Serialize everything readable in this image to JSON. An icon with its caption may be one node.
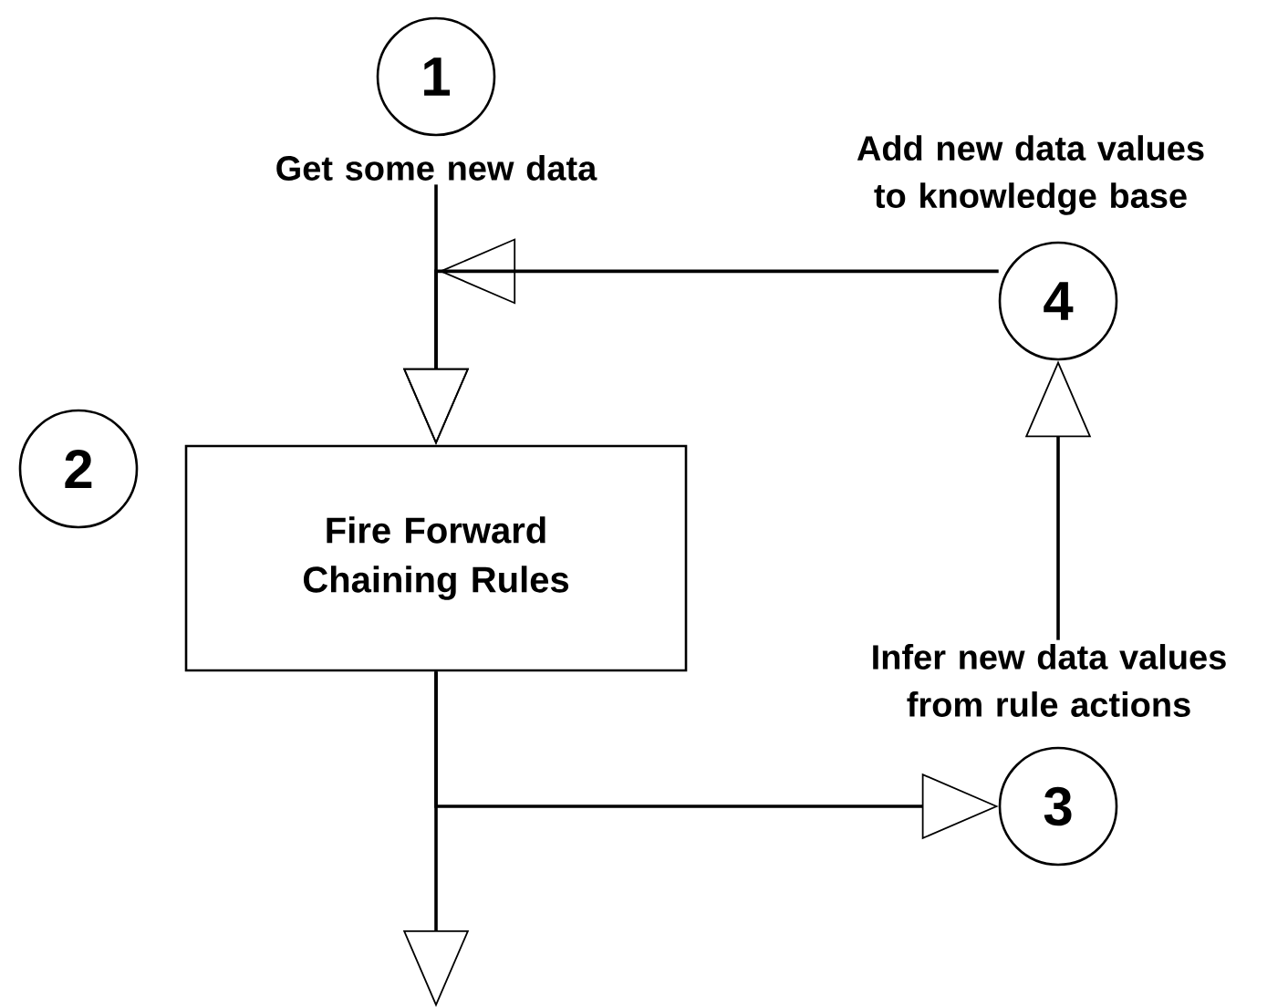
{
  "diagram": {
    "nodes": [
      {
        "text": [
          "1"
        ],
        "beside": [
          "Get some new data"
        ]
      },
      {
        "text": [
          "2"
        ]
      },
      {
        "text": [
          "Fire Forward Chaining Rules"
        ]
      },
      {
        "text": [
          "3"
        ],
        "beside": [
          "Infer new data values from rule actions"
        ]
      },
      {
        "text": [
          "4"
        ],
        "beside": [
          "Add new data values to knowledge base"
        ]
      }
    ],
    "edges": [
      {
        "from": 0,
        "to": 2,
        "arrow": "to"
      },
      {
        "from": 4,
        "to": 2,
        "arrow": "to"
      },
      {
        "from": 2,
        "to": null,
        "arrow": "to"
      },
      {
        "from": 2,
        "to": 3,
        "arrow": "to"
      },
      {
        "from": 3,
        "to": 4,
        "arrow": "to"
      }
    ]
  }
}
